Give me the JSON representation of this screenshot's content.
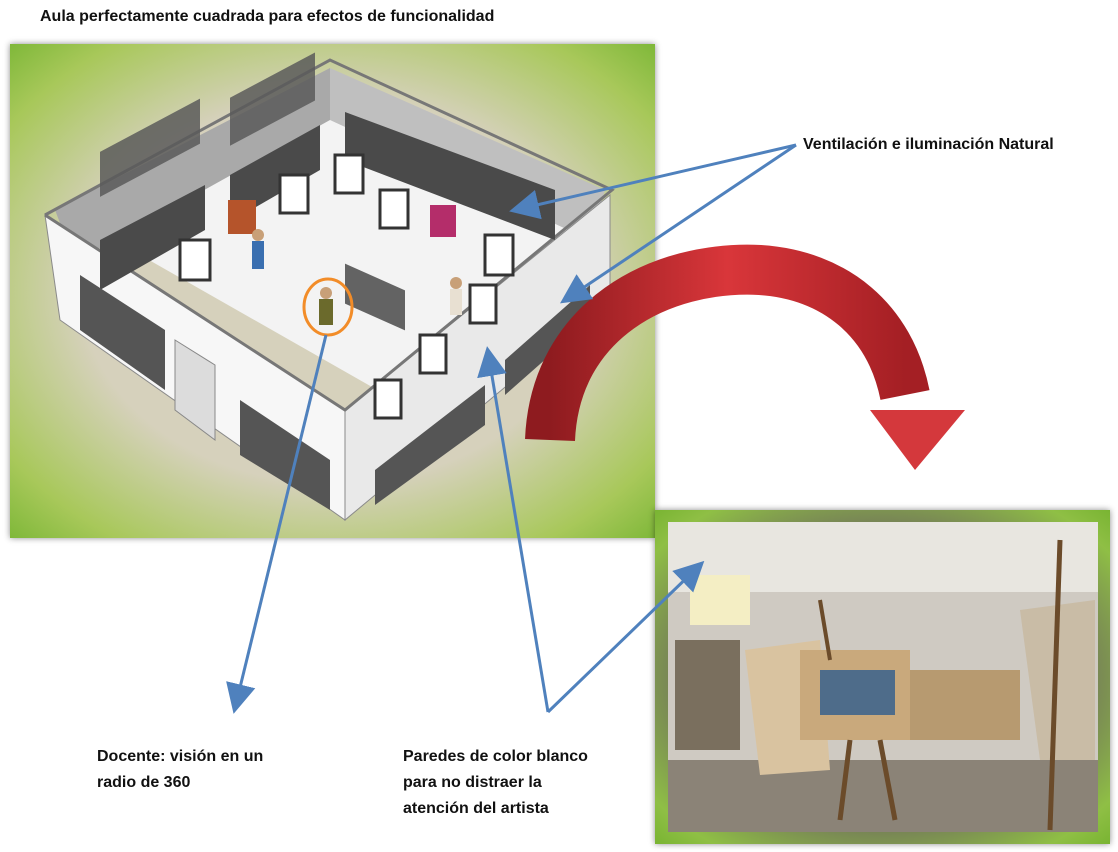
{
  "title": "Aula perfectamente cuadrada para efectos de funcionalidad",
  "callouts": {
    "ventilation": "Ventilación e iluminación Natural",
    "teacher": "Docente: visión en un radio de  360",
    "walls": "Paredes de color blanco para no distraer la atención del artista"
  },
  "colors": {
    "frame_green": "#8cc63f",
    "arrow_blue": "#4f81bd",
    "curved_arrow_red": "#c0282d",
    "highlight_orange": "#f28c28"
  }
}
